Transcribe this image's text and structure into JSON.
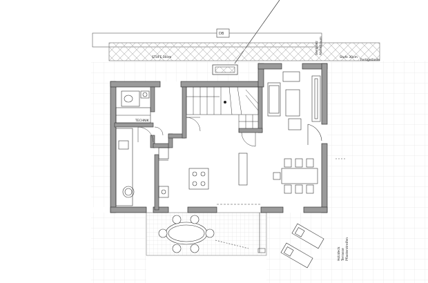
{
  "plan": {
    "top_box_label": "DB",
    "terrace_note": "STUFE 30cm",
    "right_note": "Stufe 30cm",
    "right_note_2": "Fertigelände",
    "kitchen_label": "TECHNIK",
    "east_note": "Stellplatz",
    "east_note_2": "Abstellraum",
    "bottom_right_note": "Holzdeck",
    "bottom_right_note_2": "Terrasse",
    "bottom_right_note_3": "Pflasterstreifen"
  },
  "colors": {
    "wall": "#9a9a9a",
    "wall_stroke": "#333333",
    "line": "#444444",
    "grid": "#d8d8d8",
    "hatch": "#b5b5b5",
    "paper": "#ffffff"
  }
}
